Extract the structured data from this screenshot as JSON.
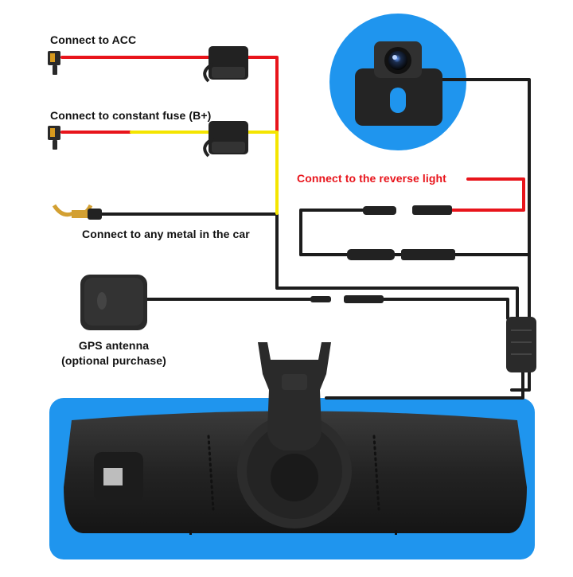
{
  "labels": {
    "acc": "Connect to ACC",
    "constant_fuse": "Connect to constant fuse (B+)",
    "ground": "Connect to any metal in the car",
    "reverse_light": "Connect to the reverse light",
    "gps_line1": "GPS antenna",
    "gps_line2": "(optional purchase)"
  },
  "icons": {
    "acc_connector": "fuse-tap-icon",
    "acc_fuse": "fuse-holder-icon",
    "constant_connector": "fuse-tap-icon",
    "constant_fuse": "fuse-holder-icon",
    "ground_terminal": "fork-terminal-icon",
    "rear_camera": "backup-camera-icon",
    "gps_antenna": "gps-puck-icon",
    "mirror": "mirror-dash-cam-icon"
  },
  "colors": {
    "acc_wire": "#e8141b",
    "constant_wire": "#f4e500",
    "signal_wire": "#1c1c1c",
    "highlight_panel": "#1f95ee",
    "label_text": "#111111",
    "reverse_label": "#e8141b"
  }
}
